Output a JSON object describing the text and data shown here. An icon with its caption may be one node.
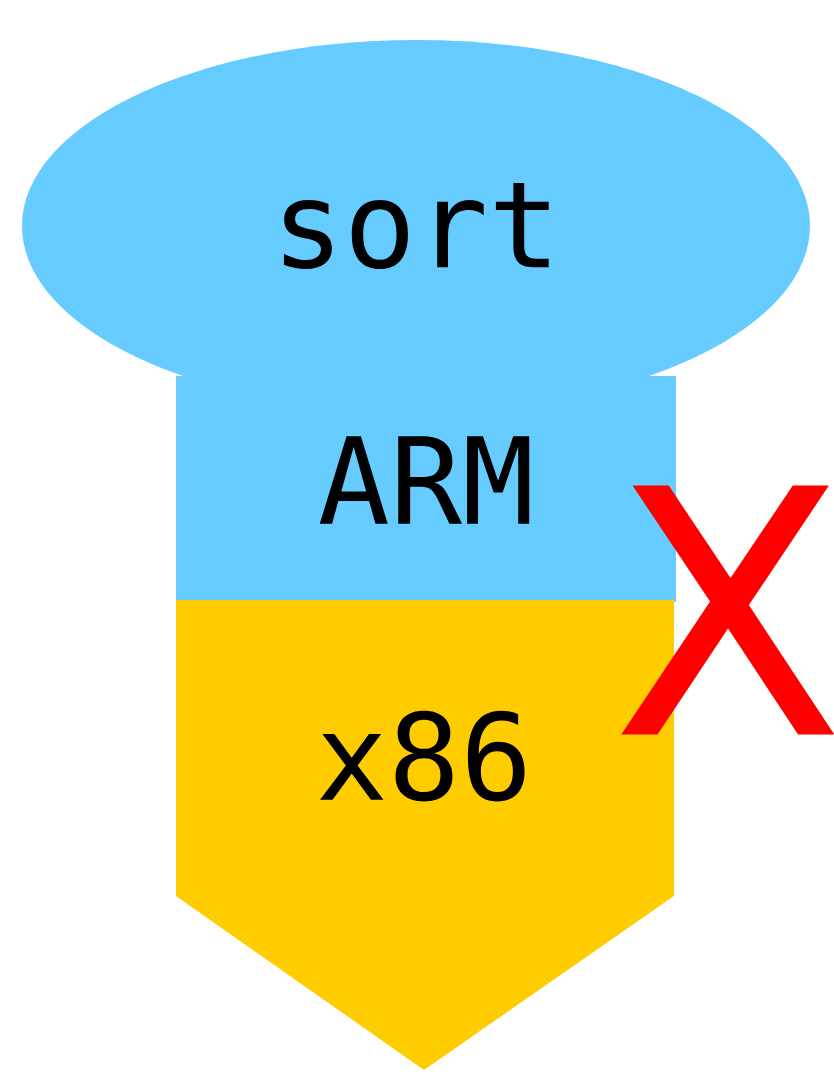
{
  "diagram": {
    "nodes": [
      {
        "text": [
          "sort"
        ]
      },
      {
        "text": [
          "ARM"
        ]
      },
      {
        "text": [
          "x86"
        ]
      }
    ],
    "labels": [
      "X"
    ]
  }
}
